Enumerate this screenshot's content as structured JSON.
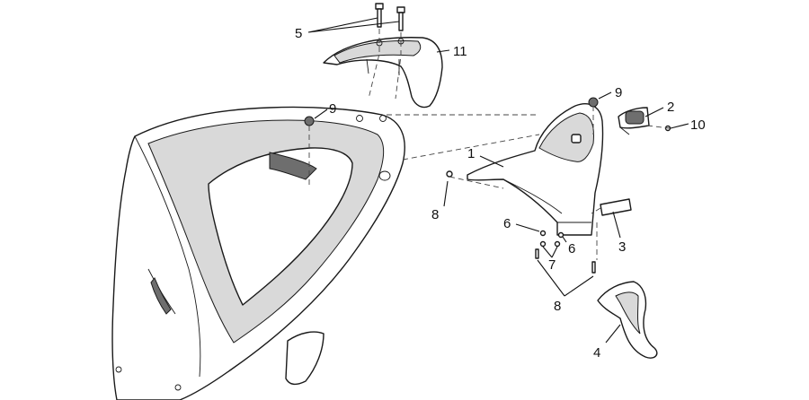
{
  "callouts": {
    "c1": "1",
    "c2": "2",
    "c3": "3",
    "c4": "4",
    "c5": "5",
    "c6a": "6",
    "c6b": "6",
    "c7": "7",
    "c8a": "8",
    "c8b": "8",
    "c9a": "9",
    "c9b": "9",
    "c10": "10",
    "c11": "11"
  }
}
